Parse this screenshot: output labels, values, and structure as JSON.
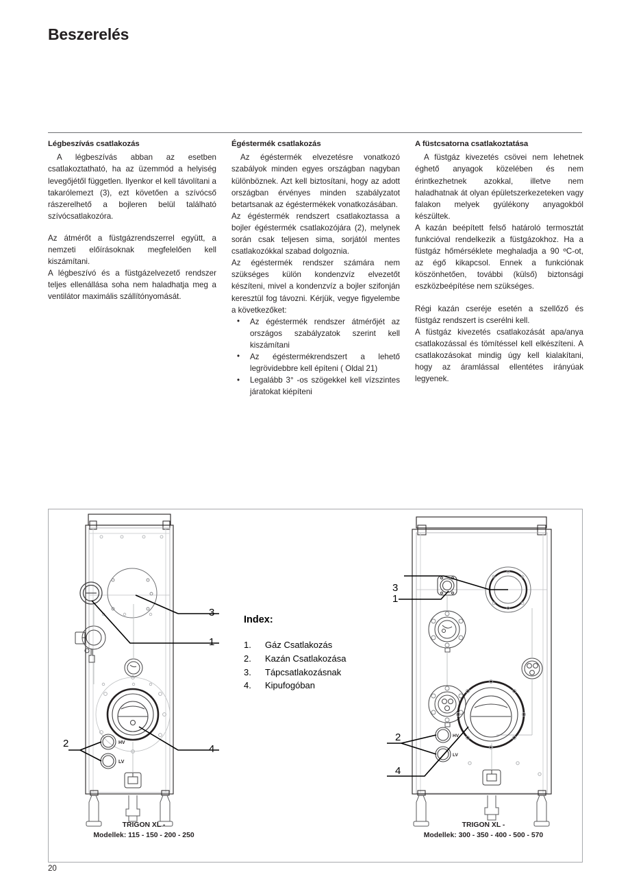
{
  "document": {
    "title": "Beszerelés",
    "page_number": "20"
  },
  "columns": [
    {
      "id": "legbeszivas",
      "heading": "Légbeszívás csatlakozás",
      "paragraphs": [
        "A légbeszívás abban az esetben csatlakoztatható, ha az üzemmód a helyiség levegőjétől független. Ilyenkor el kell távolítani a takarólemezt (3), ezt követően a szívócső rászerelhető a bojleren belül található szívócsatlakozóra.",
        "",
        "Az átmérőt a füstgázrendszerrel együtt, a nemzeti előírásoknak megfelelően kell kiszámítani.",
        "A légbeszívó és a füstgázelvezető rendszer teljes ellenállása soha nem haladhatja meg a ventilátor maximális szállítónyomását."
      ],
      "bullets": []
    },
    {
      "id": "egestermek",
      "heading": "Égéstermék csatlakozás",
      "paragraphs": [
        "Az égéstermék elvezetésre vonatkozó szabályok minden egyes országban nagyban különböznek. Azt kell biztosítani, hogy az adott országban érvényes minden szabályzatot betartsanak az égéstermékek vonatkozásában.",
        "Az égéstermék rendszert csatlakoztassa a bojler égéstermék csatlakozójára (2), melynek során csak teljesen sima, sorjától mentes csatlakozókkal szabad dolgoznia.",
        "Az égéstermék rendszer számára nem szükséges külön kondenzvíz elvezetőt készíteni, mivel a kondenzvíz a bojler szifonján keresztül fog távozni. Kérjük, vegye figyelembe a következőket:"
      ],
      "bullets": [
        "Az égéstermék rendszer átmérőjét az országos szabályzatok szerint kell kiszámítani",
        "Az égéstermékrendszert a lehető legrövidebbre kell építeni ( Oldal 21)",
        "Legalább 3° -os szögekkel kell vízszintes járatokat kiépíteni"
      ]
    },
    {
      "id": "fustcsatorna",
      "heading": "A füstcsatorna csatlakoztatása",
      "paragraphs": [
        "A füstgáz kivezetés csövei nem lehetnek éghető anyagok közelében és nem érintkezhetnek azokkal, illetve nem haladhatnak át olyan épületszerkezeteken vagy falakon melyek gyúlékony anyagokból készültek.",
        "A kazán beépített felső határoló termosztát funkcióval rendelkezik a füstgázokhoz. Ha a füstgáz hőmérséklete meghaladja a 90 ºC-ot, az égő kikapcsol. Ennek a funkciónak köszönhetően, további (külső) biztonsági eszközbeépítése nem szükséges.",
        "",
        "Régi kazán cseréje esetén a szellőző és füstgáz rendszert is cserélni kell.",
        "A füstgáz kivezetés csatlakozását apa/anya csatlakozással és tömítéssel kell elkészíteni. A csatlakozásokat mindig úgy kell kialakítani, hogy az áramlással ellentétes irányúak legyenek."
      ],
      "bullets": []
    }
  ],
  "figure": {
    "index": {
      "title": "Index:",
      "items": [
        {
          "num": "1.",
          "label": "Gáz Csatlakozás"
        },
        {
          "num": "2.",
          "label": "Kazán Csatlakozása"
        },
        {
          "num": "3.",
          "label": "Tápcsatlakozásnak"
        },
        {
          "num": "4.",
          "label": "Kipufogóban"
        }
      ]
    },
    "left_drawing": {
      "caption_line1": "TRIGON XL -",
      "caption_line2": "Modellek: 115 - 150 - 200 - 250",
      "callouts": [
        "3",
        "1",
        "2",
        "4"
      ],
      "port_labels": [
        "HV",
        "LV"
      ]
    },
    "right_drawing": {
      "caption_line1": "TRIGON XL -",
      "caption_line2": "Modellek: 300 - 350 - 400 - 500 - 570",
      "callouts": [
        "3",
        "1",
        "2",
        "4"
      ],
      "port_labels": [
        "HV",
        "LV"
      ]
    }
  },
  "colors": {
    "text": "#231f20",
    "rule": "#6d6e71",
    "frame": "#a7a9ac",
    "line": "#000000"
  }
}
